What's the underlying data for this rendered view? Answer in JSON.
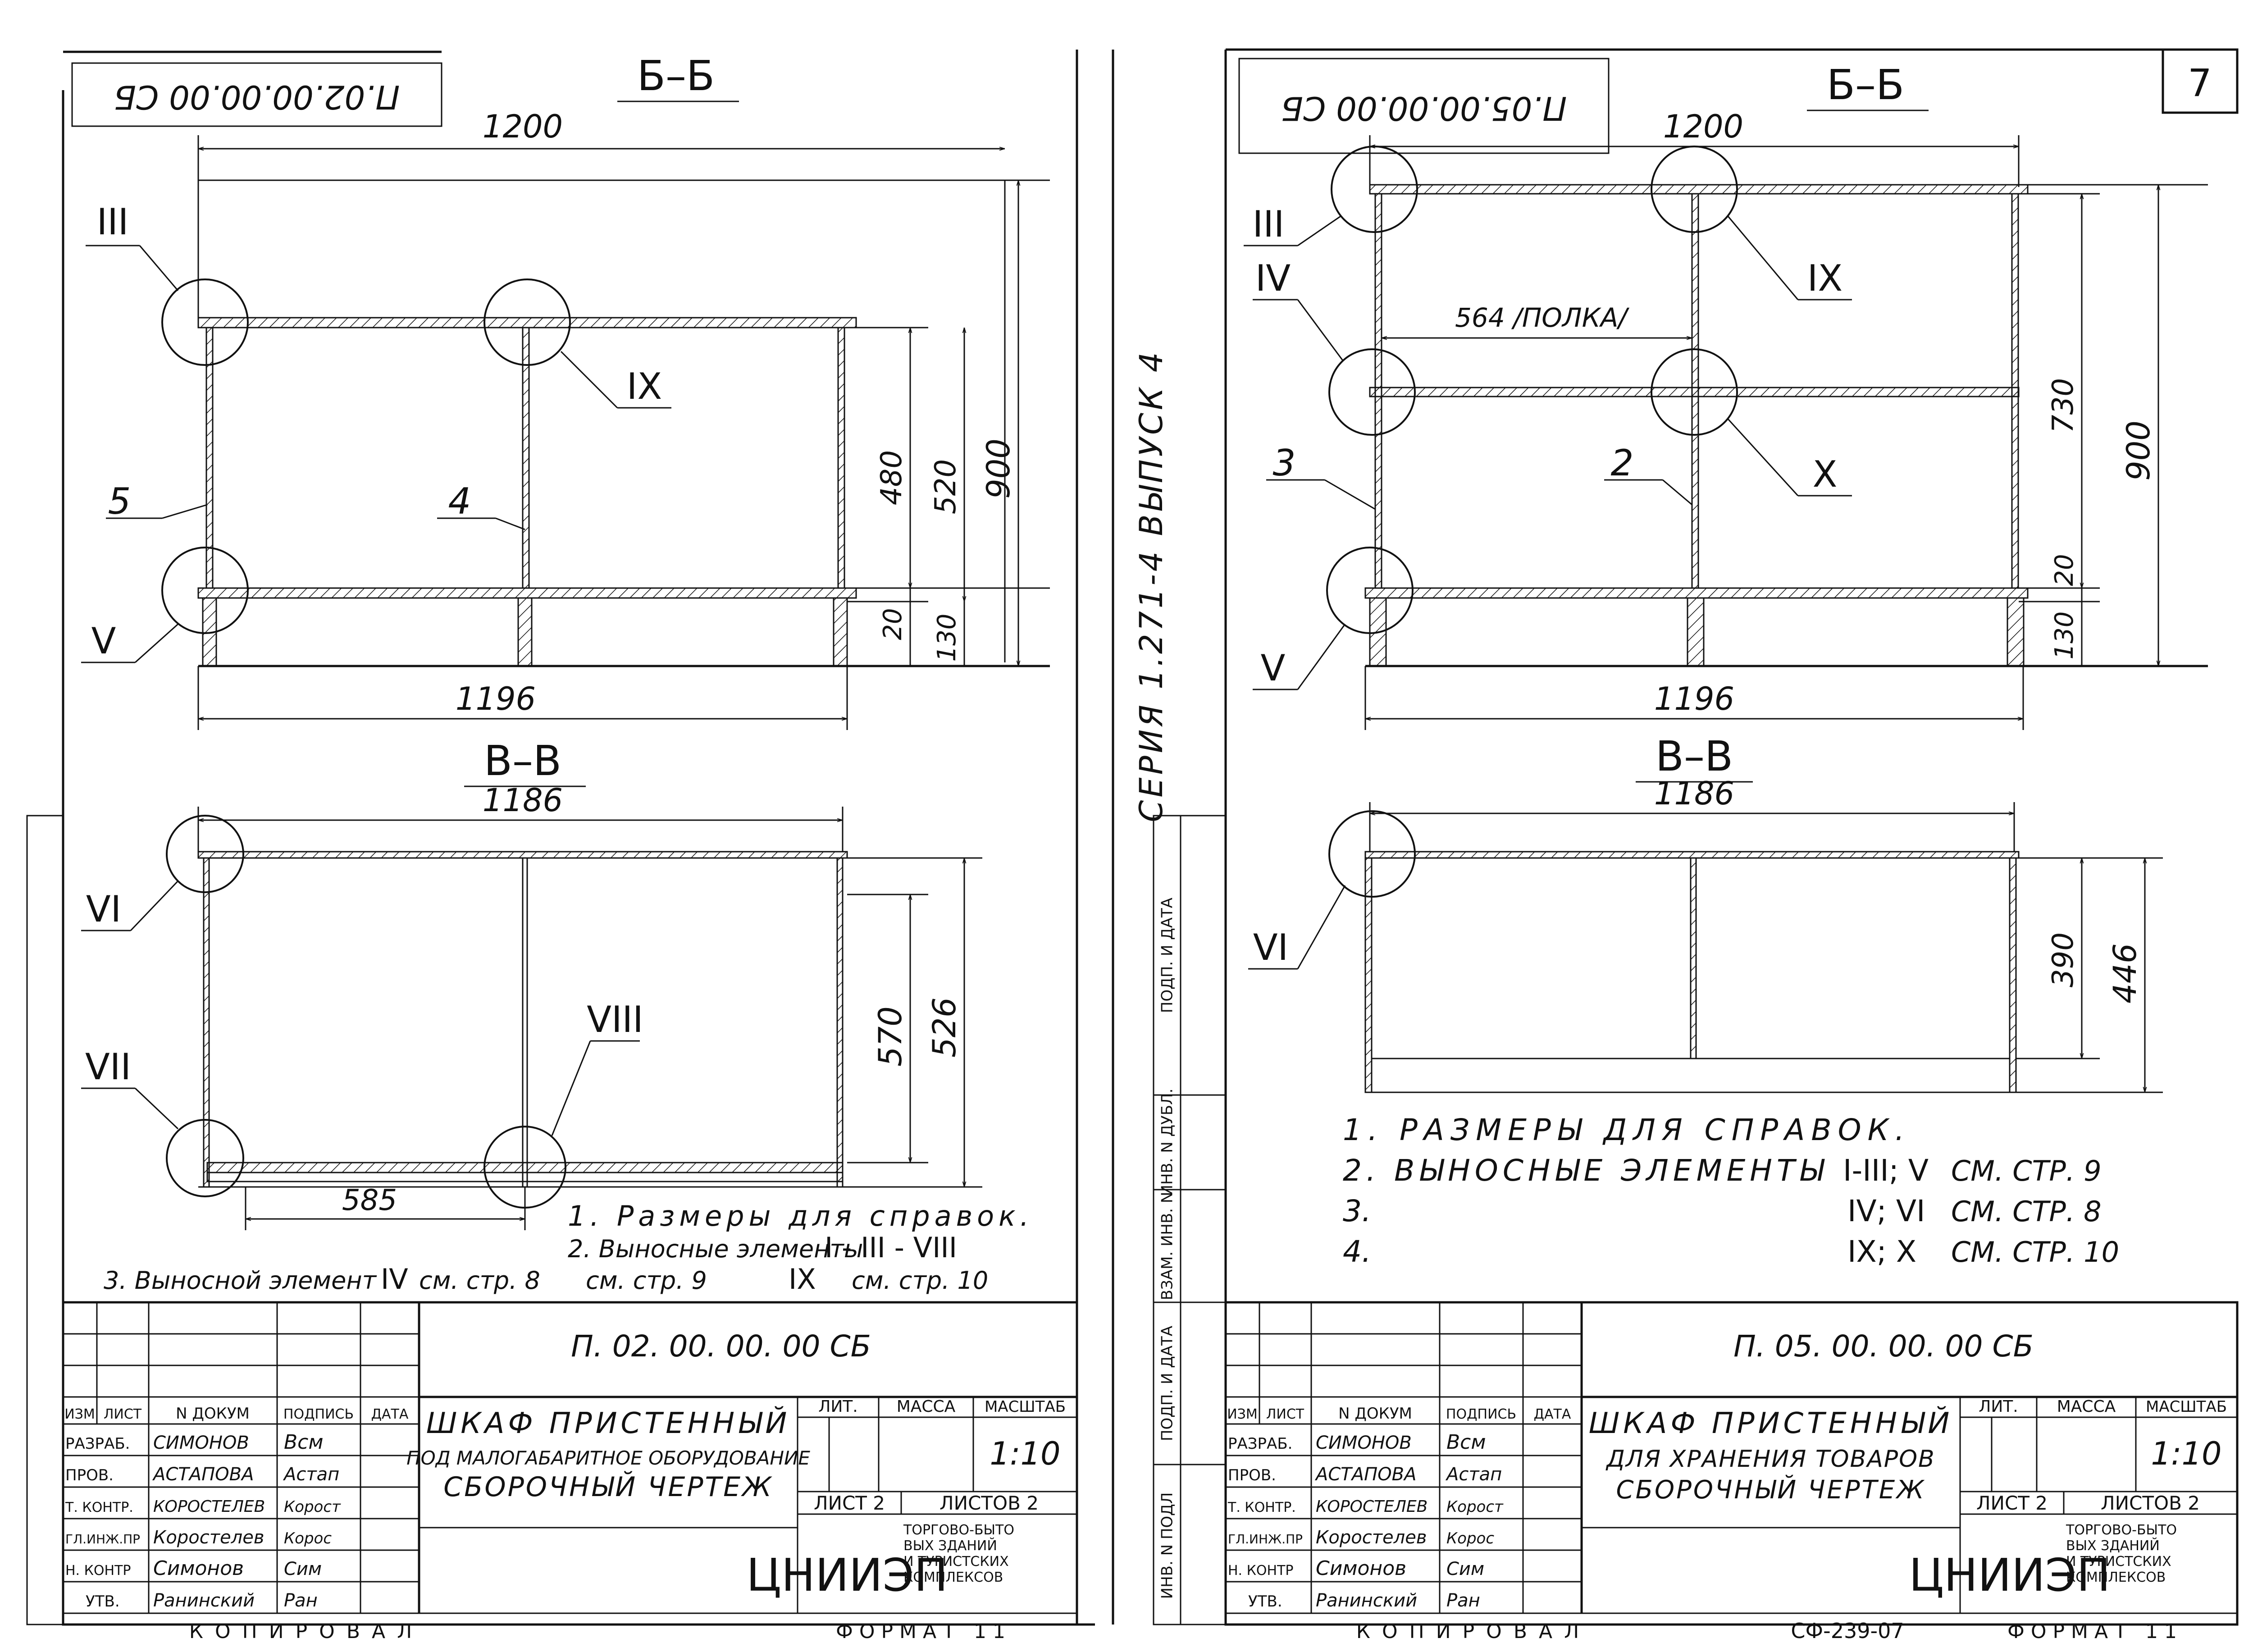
{
  "sheet_number": "7",
  "series_text": "СЕРИЯ 1.271-4 ВЫПУСК 4",
  "left": {
    "code_rotated": "П.02.00.00.00 СБ",
    "code": "П. 02. 00. 00. 00  СБ",
    "section_bb": "Б–Б",
    "section_vv": "В–В",
    "callouts": {
      "c3": "III",
      "c9": "IX",
      "c5": "V",
      "c6": "VI",
      "c7": "VII",
      "c8": "VIII"
    },
    "labels": {
      "pos5": "5",
      "pos4": "4"
    },
    "dims": {
      "w1200": "1200",
      "w1196": "1196",
      "w1186": "1186",
      "h480": "480",
      "h520": "520",
      "h900": "900",
      "h20": "20",
      "h130": "130",
      "h570": "570",
      "h526": "526",
      "w585": "585"
    },
    "notes": {
      "n1": "1. Размеры для справок.",
      "n2a": "2. Выносные элементы",
      "n2b": "I - III - VIII",
      "n2c": "см. стр. 9",
      "n2d": "IX",
      "n2e": "см. стр. 10",
      "n3a": "3. Выносной элемент",
      "n3b": "IV",
      "n3c": "см. стр. 8"
    },
    "title": {
      "t1": "ШКАФ ПРИСТЕННЫЙ",
      "t2": "ПОД МАЛОГАБАРИТНОЕ ОБОРУДОВАНИЕ",
      "t3": "СБОРОЧНЫЙ ЧЕРТЕЖ"
    },
    "scale": "1:10",
    "sheet_no": "ЛИСТ 2",
    "sheets_total": "ЛИСТОВ 2",
    "footer": "КОПИРОВАЛ",
    "format": "ФОРМАТ 11"
  },
  "right": {
    "code_rotated": "П.05.00.00.00 СБ",
    "code": "П. 05. 00. 00. 00  СБ",
    "section_bb": "Б–Б",
    "section_vv": "В–В",
    "callouts": {
      "c3": "III",
      "c4": "IV",
      "c9": "IX",
      "c10": "X",
      "c5": "V",
      "c6": "VI"
    },
    "labels": {
      "pos3": "3",
      "pos2": "2",
      "shelf": "564 /ПОЛКА/"
    },
    "dims": {
      "w1200": "1200",
      "w1196": "1196",
      "w1186": "1186",
      "h730": "730",
      "h900": "900",
      "h20": "20",
      "h130": "130",
      "h390": "390",
      "h446": "446"
    },
    "notes": {
      "n1": "1. РАЗМЕРЫ ДЛЯ СПРАВОК.",
      "n2a": "2. ВЫНОСНЫЕ ЭЛЕМЕНТЫ",
      "n2b": "I-III; V",
      "n2c": "СМ. СТР. 9",
      "n3a": "3.",
      "n3b": "IV; VI",
      "n3c": "СМ. СТР. 8",
      "n4a": "4.",
      "n4b": "IX; X",
      "n4c": "СМ. СТР. 10"
    },
    "title": {
      "t1": "ШКАФ ПРИСТЕННЫЙ",
      "t2": "ДЛЯ ХРАНЕНИЯ ТОВАРОВ",
      "t3": "СБОРОЧНЫЙ ЧЕРТЕЖ"
    },
    "scale": "1:10",
    "sheet_no": "ЛИСТ 2",
    "sheets_total": "ЛИСТОВ 2",
    "footer": "КОПИРОВАЛ",
    "format": "ФОРМАТ 11",
    "doc_ref": "СФ-239-07"
  },
  "stamp": {
    "headers": [
      "ИЗМ",
      "ЛИСТ",
      "N ДОКУМ",
      "ПОДПИСЬ",
      "ДАТА"
    ],
    "roles": [
      "РАЗРАБ.",
      "ПРОВ.",
      "Т. КОНТР.",
      "ГЛ.ИНЖ.ПР",
      "Н. КОНТР",
      "УТВ."
    ],
    "names": [
      "СИМОНОВ",
      "АСТАПОВА",
      "КОРОСТЕЛЕВ",
      "Коростелев",
      "Симонов",
      "Ранинский"
    ],
    "signatures": [
      "Всм",
      "Астап",
      "Корост",
      "Корос",
      "Сим",
      "Ран"
    ],
    "col_lit": "ЛИТ.",
    "col_mass": "МАССА",
    "col_scale": "МАСШТАБ",
    "org_logo": "ЦНИИЭП",
    "org_text": [
      "ТОРГОВО-БЫТО",
      "ВЫХ ЗДАНИЙ",
      "И ТУРИСТСКИХ",
      "КОМПЛЕКСОВ"
    ]
  },
  "side_strip": [
    "ИНВ. N ПОДЛ",
    "ПОДП. И ДАТА",
    "ВЗАМ. ИНВ. N",
    "ИНВ. N ДУБЛ.",
    "ПОДП. И ДАТА"
  ]
}
